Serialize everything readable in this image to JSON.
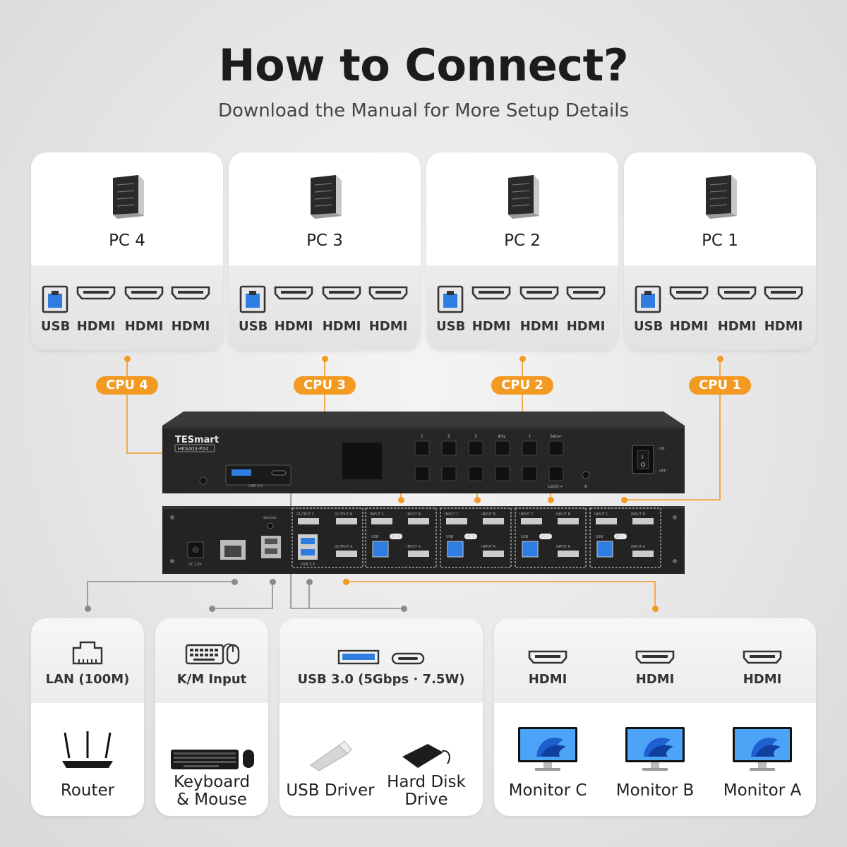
{
  "header": {
    "title": "How to Connect?",
    "subtitle": "Download the Manual for More Setup Details"
  },
  "pcs": [
    {
      "name": "PC 4",
      "cpu": "CPU 4"
    },
    {
      "name": "PC 3",
      "cpu": "CPU 3"
    },
    {
      "name": "PC 2",
      "cpu": "CPU 2"
    },
    {
      "name": "PC 1",
      "cpu": "CPU 1"
    }
  ],
  "pc_ports": {
    "usb": "USB",
    "hdmi": "HDMI"
  },
  "device": {
    "brand": "TESmart",
    "model": "HKS403-P24",
    "front_usb": "USB 3.0",
    "buttons_top": [
      "1",
      "2",
      "3",
      "4/⇆",
      "↑",
      "Set/↩"
    ],
    "buttons_bottom_lock": "Lock/→",
    "power_on": "ON",
    "power_off": "OFF",
    "ir": "IR",
    "rear_service": "Service",
    "rear_dc": "DC 12V",
    "rear_usb": "USB 3.0",
    "rear_output_c": "OUTPUT C",
    "rear_output_b": "OUTPUT B",
    "rear_output_a": "OUTPUT A",
    "rear_input_c": "INPUT C",
    "rear_input_b": "INPUT B",
    "rear_input_a": "INPUT A",
    "rear_usb_small": "USB",
    "rear_pc_tags": [
      "PC 4",
      "PC 3",
      "PC 2",
      "PC 1"
    ]
  },
  "bottom": {
    "lan": {
      "label": "LAN (100M)",
      "device": "Router"
    },
    "km": {
      "label": "K/M Input",
      "device_line1": "Keyboard",
      "device_line2": "& Mouse"
    },
    "usb": {
      "label": "USB 3.0 (5Gbps · 7.5W)",
      "device1": "USB Driver",
      "device2_line1": "Hard Disk",
      "device2_line2": "Drive"
    },
    "monitors": {
      "hdmi": "HDMI",
      "names": [
        "Monitor C",
        "Monitor B",
        "Monitor A"
      ]
    }
  },
  "colors": {
    "accent": "#f39a23",
    "usb_blue": "#2f7de1",
    "connector_gray": "#8b8b8b"
  }
}
